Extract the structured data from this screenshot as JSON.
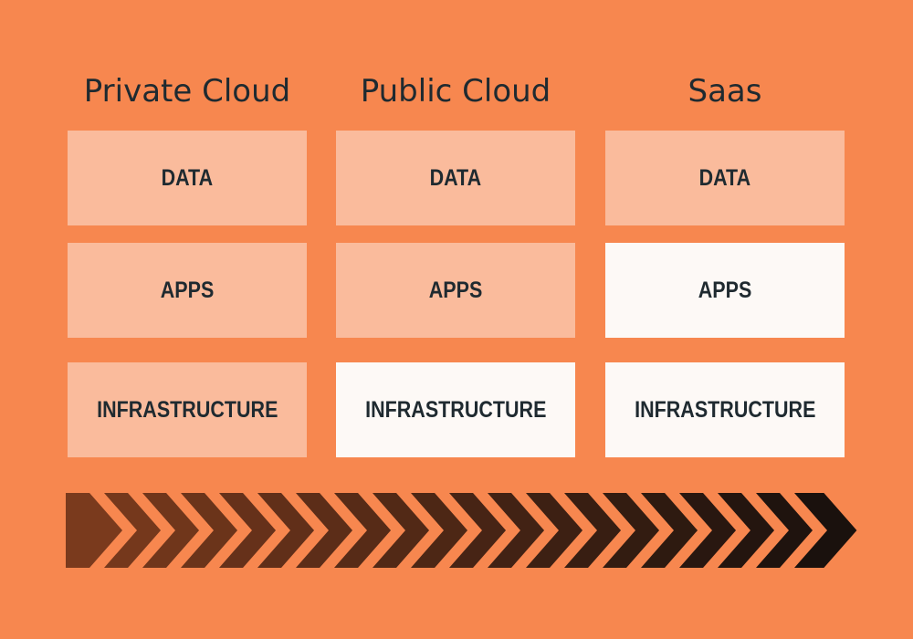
{
  "colors": {
    "background": "#f7874f",
    "managed_by_customer": "#fabb9c",
    "managed_by_provider": "#fdf9f6",
    "text": "#1f2a30",
    "arrow_start": "#7a3a1d",
    "arrow_end": "#1a110d"
  },
  "columns": [
    {
      "title": "Private Cloud",
      "layers": [
        {
          "label": "DATA",
          "state": "customer"
        },
        {
          "label": "APPS",
          "state": "customer"
        },
        {
          "label": "INFRASTRUCTURE",
          "state": "customer"
        }
      ]
    },
    {
      "title": "Public Cloud",
      "layers": [
        {
          "label": "DATA",
          "state": "customer"
        },
        {
          "label": "APPS",
          "state": "customer"
        },
        {
          "label": "INFRASTRUCTURE",
          "state": "provider"
        }
      ]
    },
    {
      "title": "Saas",
      "layers": [
        {
          "label": "DATA",
          "state": "customer"
        },
        {
          "label": "APPS",
          "state": "provider"
        },
        {
          "label": "INFRASTRUCTURE",
          "state": "provider"
        }
      ]
    }
  ],
  "arrow": {
    "icon": "chevron-band-arrow-right",
    "chevron_count": 20
  }
}
